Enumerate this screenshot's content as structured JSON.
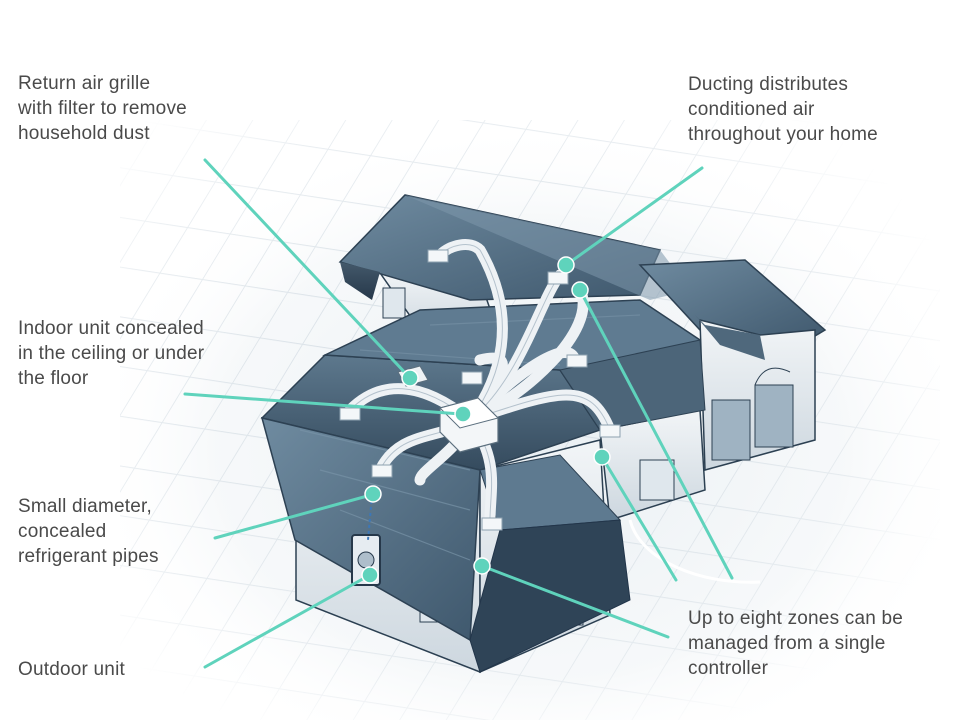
{
  "colors": {
    "leader": "#5fd3bc",
    "roof_dark": "#3d566b",
    "roof_mid": "#587287",
    "roof_light": "#8aa3b6",
    "wall": "#e9eef2",
    "duct": "#dde4ea",
    "grid": "#d9e1e7",
    "text": "#4a4a4a"
  },
  "callouts": [
    {
      "id": "return-air",
      "lines": [
        "Return air grille",
        "with filter to remove",
        "household dust"
      ]
    },
    {
      "id": "ducting",
      "lines": [
        "Ducting distributes",
        "conditioned air",
        "throughout your home"
      ]
    },
    {
      "id": "indoor-unit",
      "lines": [
        "Indoor unit concealed",
        "in the ceiling or under",
        "the floor"
      ]
    },
    {
      "id": "pipes",
      "lines": [
        "Small diameter,",
        "concealed",
        "refrigerant pipes"
      ]
    },
    {
      "id": "outdoor-unit",
      "lines": [
        "Outdoor unit"
      ]
    },
    {
      "id": "zones",
      "lines": [
        "Up to eight zones can be",
        "managed from a single",
        "controller"
      ]
    }
  ]
}
